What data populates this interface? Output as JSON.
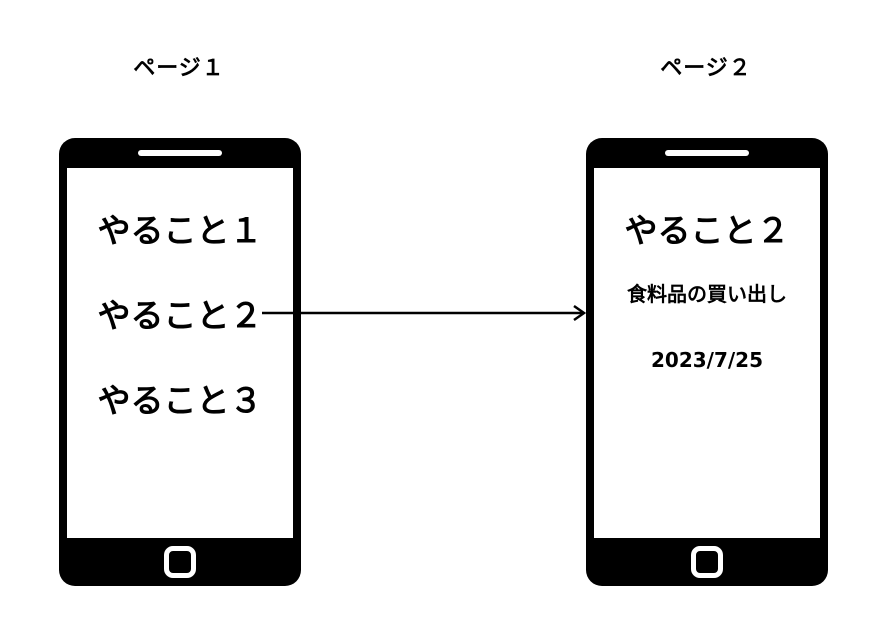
{
  "pages": [
    {
      "label": "ページ１",
      "items": [
        "やること１",
        "やること２",
        "やること３"
      ]
    },
    {
      "label": "ページ２",
      "title": "やること２",
      "description": "食料品の買い出し",
      "date": "2023/7/25"
    }
  ],
  "colors": {
    "phone_body": "#000000",
    "screen": "#ffffff",
    "arrow": "#000000"
  }
}
